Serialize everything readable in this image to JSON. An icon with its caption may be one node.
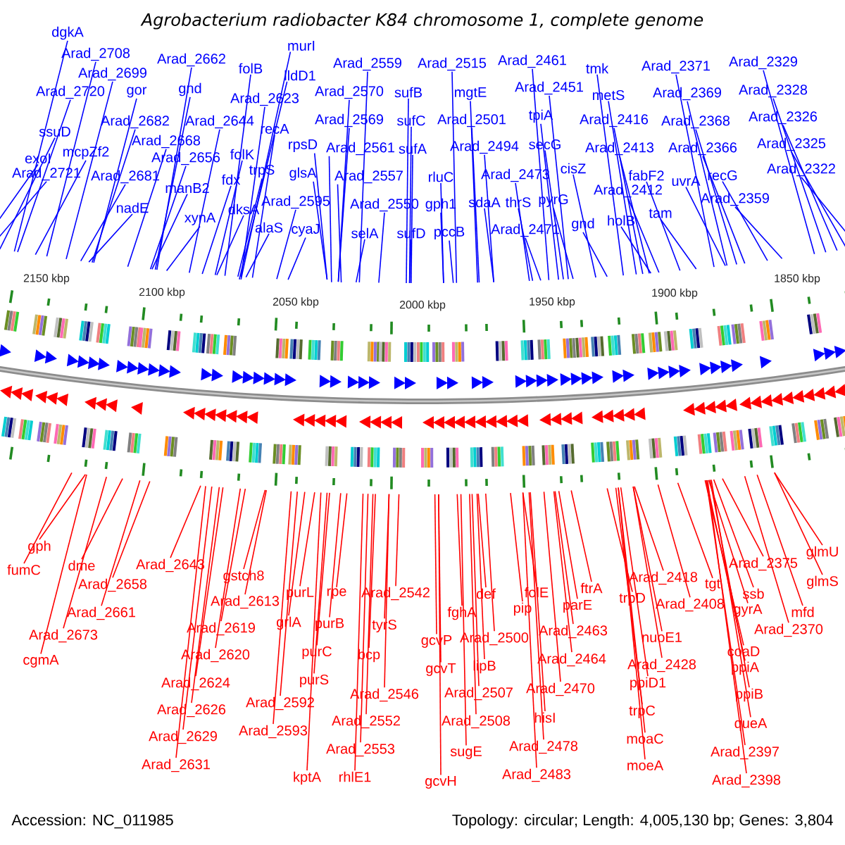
{
  "diagram": {
    "title": "Agrobacterium radiobacter K84 chromosome 1, complete genome",
    "nodes": [
      {
        "text": [
          "dgkA"
        ]
      },
      {
        "text": [
          "Arad_2708"
        ]
      },
      {
        "text": [
          "Arad_2699"
        ]
      },
      {
        "text": [
          "Arad_2720"
        ]
      },
      {
        "text": [
          "gor"
        ]
      },
      {
        "text": [
          "Arad_2662"
        ]
      },
      {
        "text": [
          "gnd"
        ]
      },
      {
        "text": [
          "ssuD"
        ]
      },
      {
        "text": [
          "Arad_2682"
        ]
      },
      {
        "text": [
          "Arad_2644"
        ]
      },
      {
        "text": [
          "Arad_2668"
        ]
      },
      {
        "text": [
          "mcpZf2"
        ]
      },
      {
        "text": [
          "exoI"
        ]
      },
      {
        "text": [
          "Arad_2656"
        ]
      },
      {
        "text": [
          "Arad_2721"
        ]
      },
      {
        "text": [
          "Arad_2681"
        ]
      },
      {
        "text": [
          "manB2"
        ]
      },
      {
        "text": [
          "nadE"
        ]
      },
      {
        "text": [
          "xynA"
        ]
      },
      {
        "text": [
          "folB"
        ]
      },
      {
        "text": [
          "Arad_2623"
        ]
      },
      {
        "text": [
          "recA"
        ]
      },
      {
        "text": [
          "folK"
        ]
      },
      {
        "text": [
          "trpS"
        ]
      },
      {
        "text": [
          "fdx"
        ]
      },
      {
        "text": [
          "dksA"
        ]
      },
      {
        "text": [
          "alaS"
        ]
      },
      {
        "text": [
          "murI"
        ]
      },
      {
        "text": [
          "lldD1"
        ]
      },
      {
        "text": [
          "rpsD"
        ]
      },
      {
        "text": [
          "glsA"
        ]
      },
      {
        "text": [
          "Arad_2595"
        ]
      },
      {
        "text": [
          "cyaJ"
        ]
      },
      {
        "text": [
          "Arad_2559"
        ]
      },
      {
        "text": [
          "Arad_2570"
        ]
      },
      {
        "text": [
          "Arad_2569"
        ]
      },
      {
        "text": [
          "Arad_2561"
        ]
      },
      {
        "text": [
          "Arad_2557"
        ]
      },
      {
        "text": [
          "Arad_2550"
        ]
      },
      {
        "text": [
          "selA"
        ]
      },
      {
        "text": [
          "sufB"
        ]
      },
      {
        "text": [
          "sufC"
        ]
      },
      {
        "text": [
          "sufA"
        ]
      },
      {
        "text": [
          "sufD"
        ]
      },
      {
        "text": [
          "Arad_2515"
        ]
      },
      {
        "text": [
          "mgtE"
        ]
      },
      {
        "text": [
          "Arad_2501"
        ]
      },
      {
        "text": [
          "Arad_2494"
        ]
      },
      {
        "text": [
          "rluC"
        ]
      },
      {
        "text": [
          "gph1"
        ]
      },
      {
        "text": [
          "pccB"
        ]
      },
      {
        "text": [
          "sdaA"
        ]
      },
      {
        "text": [
          "Arad_2461"
        ]
      },
      {
        "text": [
          "Arad_2451"
        ]
      },
      {
        "text": [
          "tpiA"
        ]
      },
      {
        "text": [
          "secG"
        ]
      },
      {
        "text": [
          "Arad_2473"
        ]
      },
      {
        "text": [
          "thrS"
        ]
      },
      {
        "text": [
          "pyrG"
        ]
      },
      {
        "text": [
          "Arad_2471"
        ]
      },
      {
        "text": [
          "cisZ"
        ]
      },
      {
        "text": [
          "gnd"
        ]
      },
      {
        "text": [
          "tmk"
        ]
      },
      {
        "text": [
          "metS"
        ]
      },
      {
        "text": [
          "Arad_2416"
        ]
      },
      {
        "text": [
          "Arad_2413"
        ]
      },
      {
        "text": [
          "fabF2"
        ]
      },
      {
        "text": [
          "Arad_2412"
        ]
      },
      {
        "text": [
          "holB"
        ]
      },
      {
        "text": [
          "tam"
        ]
      },
      {
        "text": [
          "Arad_2371"
        ]
      },
      {
        "text": [
          "Arad_2369"
        ]
      },
      {
        "text": [
          "Arad_2368"
        ]
      },
      {
        "text": [
          "Arad_2366"
        ]
      },
      {
        "text": [
          "uvrA"
        ]
      },
      {
        "text": [
          "recG"
        ]
      },
      {
        "text": [
          "Arad_2359"
        ]
      },
      {
        "text": [
          "Arad_2329"
        ]
      },
      {
        "text": [
          "Arad_2328"
        ]
      },
      {
        "text": [
          "Arad_2326"
        ]
      },
      {
        "text": [
          "Arad_2325"
        ]
      },
      {
        "text": [
          "Arad_2322"
        ]
      },
      {
        "text": [
          "gph"
        ]
      },
      {
        "text": [
          "fumC"
        ]
      },
      {
        "text": [
          "dme"
        ]
      },
      {
        "text": [
          "Arad_2658"
        ]
      },
      {
        "text": [
          "Arad_2661"
        ]
      },
      {
        "text": [
          "Arad_2673"
        ]
      },
      {
        "text": [
          "cgmA"
        ]
      },
      {
        "text": [
          "Arad_2643"
        ]
      },
      {
        "text": [
          "gstch8"
        ]
      },
      {
        "text": [
          "Arad_2613"
        ]
      },
      {
        "text": [
          "Arad_2619"
        ]
      },
      {
        "text": [
          "Arad_2620"
        ]
      },
      {
        "text": [
          "Arad_2624"
        ]
      },
      {
        "text": [
          "Arad_2626"
        ]
      },
      {
        "text": [
          "Arad_2629"
        ]
      },
      {
        "text": [
          "Arad_2631"
        ]
      },
      {
        "text": [
          "purL"
        ]
      },
      {
        "text": [
          "rpe"
        ]
      },
      {
        "text": [
          "grlA"
        ]
      },
      {
        "text": [
          "purB"
        ]
      },
      {
        "text": [
          "purC"
        ]
      },
      {
        "text": [
          "purS"
        ]
      },
      {
        "text": [
          "Arad_2592"
        ]
      },
      {
        "text": [
          "Arad_2593"
        ]
      },
      {
        "text": [
          "kptA"
        ]
      },
      {
        "text": [
          "Arad_2542"
        ]
      },
      {
        "text": [
          "tyrS"
        ]
      },
      {
        "text": [
          "bcp"
        ]
      },
      {
        "text": [
          "Arad_2546"
        ]
      },
      {
        "text": [
          "Arad_2552"
        ]
      },
      {
        "text": [
          "Arad_2553"
        ]
      },
      {
        "text": [
          "rhlE1"
        ]
      },
      {
        "text": [
          "def"
        ]
      },
      {
        "text": [
          "fghA"
        ]
      },
      {
        "text": [
          "Arad_2500"
        ]
      },
      {
        "text": [
          "gcvP"
        ]
      },
      {
        "text": [
          "gcvT"
        ]
      },
      {
        "text": [
          "lipB"
        ]
      },
      {
        "text": [
          "Arad_2507"
        ]
      },
      {
        "text": [
          "Arad_2508"
        ]
      },
      {
        "text": [
          "sugE"
        ]
      },
      {
        "text": [
          "gcvH"
        ]
      },
      {
        "text": [
          "folE"
        ]
      },
      {
        "text": [
          "pip"
        ]
      },
      {
        "text": [
          "ftrA"
        ]
      },
      {
        "text": [
          "parE"
        ]
      },
      {
        "text": [
          "Arad_2463"
        ]
      },
      {
        "text": [
          "Arad_2464"
        ]
      },
      {
        "text": [
          "Arad_2470"
        ]
      },
      {
        "text": [
          "hisI"
        ]
      },
      {
        "text": [
          "Arad_2478"
        ]
      },
      {
        "text": [
          "Arad_2483"
        ]
      },
      {
        "text": [
          "Arad_2418"
        ]
      },
      {
        "text": [
          "trpD"
        ]
      },
      {
        "text": [
          "Arad_2408"
        ]
      },
      {
        "text": [
          "nuoE1"
        ]
      },
      {
        "text": [
          "Arad_2428"
        ]
      },
      {
        "text": [
          "ppiD1"
        ]
      },
      {
        "text": [
          "trpC"
        ]
      },
      {
        "text": [
          "moaC"
        ]
      },
      {
        "text": [
          "moeA"
        ]
      },
      {
        "text": [
          "Arad_2375"
        ]
      },
      {
        "text": [
          "tgt"
        ]
      },
      {
        "text": [
          "ssb"
        ]
      },
      {
        "text": [
          "gyrA"
        ]
      },
      {
        "text": [
          "mfd"
        ]
      },
      {
        "text": [
          "Arad_2370"
        ]
      },
      {
        "text": [
          "glmU"
        ]
      },
      {
        "text": [
          "glmS"
        ]
      },
      {
        "text": [
          "coaD"
        ]
      },
      {
        "text": [
          "ppiA"
        ]
      },
      {
        "text": [
          "ppiB"
        ]
      },
      {
        "text": [
          "queA"
        ]
      },
      {
        "text": [
          "Arad_2397"
        ]
      },
      {
        "text": [
          "Arad_2398"
        ]
      }
    ],
    "edges": [
      {
        "from": 0,
        "to": null,
        "arrow": "none"
      },
      {
        "from": 1,
        "to": null,
        "arrow": "none"
      },
      {
        "from": 2,
        "to": null,
        "arrow": "none"
      },
      {
        "from": 3,
        "to": null,
        "arrow": "none"
      },
      {
        "from": 4,
        "to": null,
        "arrow": "none"
      },
      {
        "from": 5,
        "to": null,
        "arrow": "none"
      },
      {
        "from": 6,
        "to": null,
        "arrow": "none"
      },
      {
        "from": 7,
        "to": null,
        "arrow": "none"
      },
      {
        "from": 8,
        "to": null,
        "arrow": "none"
      },
      {
        "from": 9,
        "to": null,
        "arrow": "none"
      },
      {
        "from": 10,
        "to": null,
        "arrow": "none"
      },
      {
        "from": 11,
        "to": null,
        "arrow": "none"
      },
      {
        "from": 12,
        "to": null,
        "arrow": "none"
      },
      {
        "from": 13,
        "to": null,
        "arrow": "none"
      },
      {
        "from": 14,
        "to": null,
        "arrow": "none"
      },
      {
        "from": 15,
        "to": null,
        "arrow": "none"
      },
      {
        "from": 16,
        "to": null,
        "arrow": "none"
      },
      {
        "from": 17,
        "to": null,
        "arrow": "none"
      },
      {
        "from": 18,
        "to": null,
        "arrow": "none"
      },
      {
        "from": 19,
        "to": null,
        "arrow": "none"
      },
      {
        "from": 20,
        "to": null,
        "arrow": "none"
      },
      {
        "from": 21,
        "to": null,
        "arrow": "none"
      },
      {
        "from": 22,
        "to": null,
        "arrow": "none"
      },
      {
        "from": 23,
        "to": null,
        "arrow": "none"
      },
      {
        "from": 24,
        "to": null,
        "arrow": "none"
      },
      {
        "from": 25,
        "to": null,
        "arrow": "none"
      },
      {
        "from": 26,
        "to": null,
        "arrow": "none"
      },
      {
        "from": 27,
        "to": null,
        "arrow": "none"
      },
      {
        "from": 28,
        "to": null,
        "arrow": "none"
      },
      {
        "from": 29,
        "to": null,
        "arrow": "none"
      },
      {
        "from": 30,
        "to": null,
        "arrow": "none"
      },
      {
        "from": 31,
        "to": null,
        "arrow": "none"
      },
      {
        "from": 32,
        "to": null,
        "arrow": "none"
      },
      {
        "from": 33,
        "to": null,
        "arrow": "none"
      },
      {
        "from": 34,
        "to": null,
        "arrow": "none"
      },
      {
        "from": 35,
        "to": null,
        "arrow": "none"
      },
      {
        "from": 36,
        "to": null,
        "arrow": "none"
      },
      {
        "from": 37,
        "to": null,
        "arrow": "none"
      },
      {
        "from": 38,
        "to": null,
        "arrow": "none"
      },
      {
        "from": 39,
        "to": null,
        "arrow": "none"
      },
      {
        "from": 40,
        "to": null,
        "arrow": "none"
      },
      {
        "from": 41,
        "to": null,
        "arrow": "none"
      },
      {
        "from": 42,
        "to": null,
        "arrow": "none"
      },
      {
        "from": 43,
        "to": null,
        "arrow": "none"
      },
      {
        "from": 44,
        "to": null,
        "arrow": "none"
      },
      {
        "from": 45,
        "to": null,
        "arrow": "none"
      },
      {
        "from": 46,
        "to": null,
        "arrow": "none"
      },
      {
        "from": 47,
        "to": null,
        "arrow": "none"
      },
      {
        "from": 48,
        "to": null,
        "arrow": "none"
      },
      {
        "from": 49,
        "to": null,
        "arrow": "none"
      },
      {
        "from": 50,
        "to": null,
        "arrow": "none"
      },
      {
        "from": 51,
        "to": null,
        "arrow": "none"
      },
      {
        "from": 52,
        "to": null,
        "arrow": "none"
      },
      {
        "from": 53,
        "to": null,
        "arrow": "none"
      },
      {
        "from": 54,
        "to": null,
        "arrow": "none"
      },
      {
        "from": 55,
        "to": null,
        "arrow": "none"
      },
      {
        "from": 56,
        "to": null,
        "arrow": "none"
      },
      {
        "from": 57,
        "to": null,
        "arrow": "none"
      },
      {
        "from": 58,
        "to": null,
        "arrow": "none"
      },
      {
        "from": 59,
        "to": null,
        "arrow": "none"
      },
      {
        "from": 60,
        "to": null,
        "arrow": "none"
      },
      {
        "from": 61,
        "to": null,
        "arrow": "none"
      },
      {
        "from": 62,
        "to": null,
        "arrow": "none"
      },
      {
        "from": 63,
        "to": null,
        "arrow": "none"
      },
      {
        "from": 64,
        "to": null,
        "arrow": "none"
      },
      {
        "from": 65,
        "to": null,
        "arrow": "none"
      },
      {
        "from": 66,
        "to": null,
        "arrow": "none"
      },
      {
        "from": 67,
        "to": null,
        "arrow": "none"
      },
      {
        "from": 68,
        "to": null,
        "arrow": "none"
      },
      {
        "from": 69,
        "to": null,
        "arrow": "none"
      },
      {
        "from": 70,
        "to": null,
        "arrow": "none"
      },
      {
        "from": 71,
        "to": null,
        "arrow": "none"
      },
      {
        "from": 72,
        "to": null,
        "arrow": "none"
      },
      {
        "from": 73,
        "to": null,
        "arrow": "none"
      },
      {
        "from": 74,
        "to": null,
        "arrow": "none"
      },
      {
        "from": 75,
        "to": null,
        "arrow": "none"
      },
      {
        "from": 76,
        "to": null,
        "arrow": "none"
      },
      {
        "from": 77,
        "to": null,
        "arrow": "none"
      },
      {
        "from": 78,
        "to": null,
        "arrow": "none"
      },
      {
        "from": 79,
        "to": null,
        "arrow": "none"
      },
      {
        "from": 80,
        "to": null,
        "arrow": "none"
      },
      {
        "from": 81,
        "to": null,
        "arrow": "none"
      },
      {
        "from": 82,
        "to": null,
        "arrow": "none",
        "color": "#ff0000"
      },
      {
        "from": 83,
        "to": null,
        "arrow": "none",
        "color": "#ff0000"
      },
      {
        "from": 84,
        "to": null,
        "arrow": "none",
        "color": "#ff0000"
      },
      {
        "from": 85,
        "to": null,
        "arrow": "none",
        "color": "#ff0000"
      },
      {
        "from": 86,
        "to": null,
        "arrow": "none",
        "color": "#ff0000"
      },
      {
        "from": 87,
        "to": null,
        "arrow": "none",
        "color": "#ff0000"
      },
      {
        "from": 88,
        "to": null,
        "arrow": "none",
        "color": "#ff0000"
      },
      {
        "from": 89,
        "to": null,
        "arrow": "none",
        "color": "#ff0000"
      },
      {
        "from": 90,
        "to": null,
        "arrow": "none",
        "color": "#ff0000"
      },
      {
        "from": 91,
        "to": null,
        "arrow": "none",
        "color": "#ff0000"
      },
      {
        "from": 92,
        "to": null,
        "arrow": "none",
        "color": "#ff0000"
      },
      {
        "from": 93,
        "to": null,
        "arrow": "none",
        "color": "#ff0000"
      },
      {
        "from": 94,
        "to": null,
        "arrow": "none",
        "color": "#ff0000"
      },
      {
        "from": 95,
        "to": null,
        "arrow": "none",
        "color": "#ff0000"
      },
      {
        "from": 96,
        "to": null,
        "arrow": "none",
        "color": "#ff0000"
      },
      {
        "from": 97,
        "to": null,
        "arrow": "none",
        "color": "#ff0000"
      },
      {
        "from": 98,
        "to": null,
        "arrow": "none",
        "color": "#ff0000"
      },
      {
        "from": 99,
        "to": null,
        "arrow": "none",
        "color": "#ff0000"
      },
      {
        "from": 100,
        "to": null,
        "arrow": "none",
        "color": "#ff0000"
      },
      {
        "from": 101,
        "to": null,
        "arrow": "none",
        "color": "#ff0000"
      },
      {
        "from": 102,
        "to": null,
        "arrow": "none",
        "color": "#ff0000"
      },
      {
        "from": 103,
        "to": null,
        "arrow": "none",
        "color": "#ff0000"
      },
      {
        "from": 104,
        "to": null,
        "arrow": "none",
        "color": "#ff0000"
      },
      {
        "from": 105,
        "to": null,
        "arrow": "none",
        "color": "#ff0000"
      },
      {
        "from": 106,
        "to": null,
        "arrow": "none",
        "color": "#ff0000"
      },
      {
        "from": 107,
        "to": null,
        "arrow": "none",
        "color": "#ff0000"
      },
      {
        "from": 108,
        "to": null,
        "arrow": "none",
        "color": "#ff0000"
      },
      {
        "from": 109,
        "to": null,
        "arrow": "none",
        "color": "#ff0000"
      },
      {
        "from": 110,
        "to": null,
        "arrow": "none",
        "color": "#ff0000"
      },
      {
        "from": 111,
        "to": null,
        "arrow": "none",
        "color": "#ff0000"
      },
      {
        "from": 112,
        "to": null,
        "arrow": "none",
        "color": "#ff0000"
      },
      {
        "from": 113,
        "to": null,
        "arrow": "none",
        "color": "#ff0000"
      },
      {
        "from": 114,
        "to": null,
        "arrow": "none",
        "color": "#ff0000"
      },
      {
        "from": 115,
        "to": null,
        "arrow": "none",
        "color": "#ff0000"
      },
      {
        "from": 116,
        "to": null,
        "arrow": "none",
        "color": "#ff0000"
      },
      {
        "from": 117,
        "to": null,
        "arrow": "none",
        "color": "#ff0000"
      },
      {
        "from": 118,
        "to": null,
        "arrow": "none",
        "color": "#ff0000"
      },
      {
        "from": 119,
        "to": null,
        "arrow": "none",
        "color": "#ff0000"
      },
      {
        "from": 120,
        "to": null,
        "arrow": "none",
        "color": "#ff0000"
      },
      {
        "from": 121,
        "to": null,
        "arrow": "none",
        "color": "#ff0000"
      },
      {
        "from": 122,
        "to": null,
        "arrow": "none",
        "color": "#ff0000"
      },
      {
        "from": 123,
        "to": null,
        "arrow": "none",
        "color": "#ff0000"
      },
      {
        "from": 124,
        "to": null,
        "arrow": "none",
        "color": "#ff0000"
      },
      {
        "from": 125,
        "to": null,
        "arrow": "none",
        "color": "#ff0000"
      },
      {
        "from": 126,
        "to": null,
        "arrow": "none",
        "color": "#ff0000"
      },
      {
        "from": 127,
        "to": null,
        "arrow": "none",
        "color": "#ff0000"
      },
      {
        "from": 128,
        "to": null,
        "arrow": "none",
        "color": "#ff0000"
      },
      {
        "from": 129,
        "to": null,
        "arrow": "none",
        "color": "#ff0000"
      },
      {
        "from": 130,
        "to": null,
        "arrow": "none",
        "color": "#ff0000"
      },
      {
        "from": 131,
        "to": null,
        "arrow": "none",
        "color": "#ff0000"
      },
      {
        "from": 132,
        "to": null,
        "arrow": "none",
        "color": "#ff0000"
      },
      {
        "from": 133,
        "to": null,
        "arrow": "none",
        "color": "#ff0000"
      },
      {
        "from": 134,
        "to": null,
        "arrow": "none",
        "color": "#ff0000"
      },
      {
        "from": 135,
        "to": null,
        "arrow": "none",
        "color": "#ff0000"
      },
      {
        "from": 136,
        "to": null,
        "arrow": "none",
        "color": "#ff0000"
      },
      {
        "from": 137,
        "to": null,
        "arrow": "none",
        "color": "#ff0000"
      },
      {
        "from": 138,
        "to": null,
        "arrow": "none",
        "color": "#ff0000"
      },
      {
        "from": 139,
        "to": null,
        "arrow": "none",
        "color": "#ff0000"
      },
      {
        "from": 140,
        "to": null,
        "arrow": "none",
        "color": "#ff0000"
      },
      {
        "from": 141,
        "to": null,
        "arrow": "none",
        "color": "#ff0000"
      },
      {
        "from": 142,
        "to": null,
        "arrow": "none",
        "color": "#ff0000"
      },
      {
        "from": 143,
        "to": null,
        "arrow": "none",
        "color": "#ff0000"
      },
      {
        "from": 144,
        "to": null,
        "arrow": "none",
        "color": "#ff0000"
      },
      {
        "from": 145,
        "to": null,
        "arrow": "none",
        "color": "#ff0000"
      },
      {
        "from": 146,
        "to": null,
        "arrow": "none",
        "color": "#ff0000"
      },
      {
        "from": 147,
        "to": null,
        "arrow": "none",
        "color": "#ff0000"
      },
      {
        "from": 148,
        "to": null,
        "arrow": "none",
        "color": "#ff0000"
      },
      {
        "from": 149,
        "to": null,
        "arrow": "none",
        "color": "#ff0000"
      },
      {
        "from": 150,
        "to": null,
        "arrow": "none",
        "color": "#ff0000"
      },
      {
        "from": 151,
        "to": null,
        "arrow": "none",
        "color": "#ff0000"
      },
      {
        "from": 152,
        "to": null,
        "arrow": "none",
        "color": "#ff0000"
      },
      {
        "from": 153,
        "to": null,
        "arrow": "none",
        "color": "#ff0000"
      },
      {
        "from": 154,
        "to": null,
        "arrow": "none",
        "color": "#ff0000"
      },
      {
        "from": 155,
        "to": null,
        "arrow": "none",
        "color": "#ff0000"
      },
      {
        "from": 156,
        "to": null,
        "arrow": "none",
        "color": "#ff0000"
      }
    ],
    "labels": [
      "2150 kbp",
      "2100 kbp",
      "2050 kbp",
      "2000 kbp",
      "1950 kbp",
      "1900 kbp",
      "1850 kbp",
      "Accession: NC_011985",
      "Topology: circular; Length: 4,005,130 bp; Genes: 3,804"
    ]
  }
}
